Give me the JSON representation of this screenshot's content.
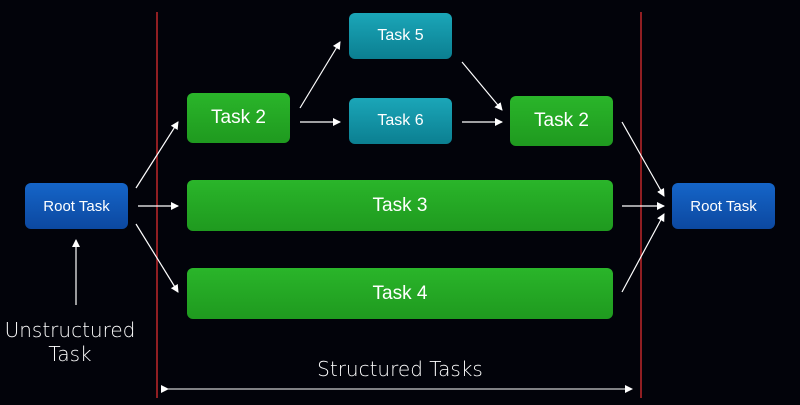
{
  "colors": {
    "background": "#02030a",
    "task_green": "#21a521",
    "task_teal": "#1296a8",
    "root_blue": "#115ab8",
    "boundary_red": "#c0282a",
    "arrow": "#ffffff"
  },
  "nodes": {
    "root_left": "Root Task",
    "task2_left": "Task 2",
    "task5": "Task 5",
    "task6": "Task 6",
    "task2_right": "Task 2",
    "task3": "Task 3",
    "task4": "Task 4",
    "root_right": "Root Task"
  },
  "labels": {
    "unstructured_line1": "Unstructured",
    "unstructured_line2": "Task",
    "structured": "Structured Tasks"
  }
}
